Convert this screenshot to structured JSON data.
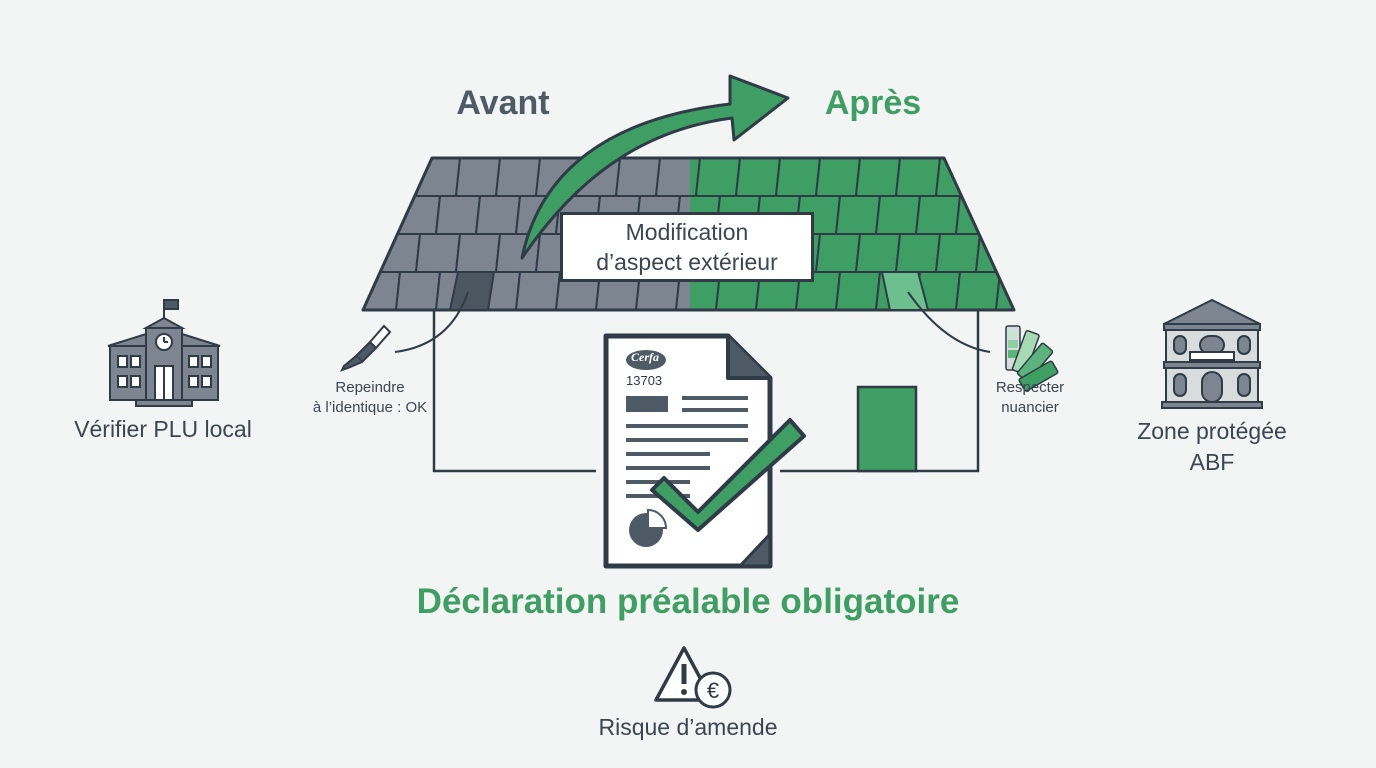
{
  "header": {
    "before_label": "Avant",
    "after_label": "Après"
  },
  "roof_badge": {
    "line1": "Modification",
    "line2": "d’aspect extérieur"
  },
  "callouts": {
    "left": {
      "line1": "Repeindre",
      "line2": "à l’identique : OK",
      "icon": "paintbrush-icon"
    },
    "right": {
      "line1": "Respecter",
      "line2": "nuancier",
      "icon": "color-swatch-icon"
    }
  },
  "sides": {
    "left": {
      "label": "Vérifier PLU local",
      "icon": "town-hall-icon"
    },
    "right": {
      "line1": "Zone protégée",
      "line2": "ABF",
      "icon": "historic-building-icon"
    }
  },
  "document": {
    "logo": "Cerfa",
    "number": "13703",
    "icon": "cerfa-form-check-icon"
  },
  "main_caption": "Déclaration préalable obligatoire",
  "warning": {
    "label": "Risque d’amende",
    "icon": "warning-euro-icon"
  },
  "colors": {
    "gray": "#7d8590",
    "dark": "#2f3b47",
    "green": "#3f9e63",
    "green_light": "#6cc08d",
    "background": "#f3f4f4"
  }
}
